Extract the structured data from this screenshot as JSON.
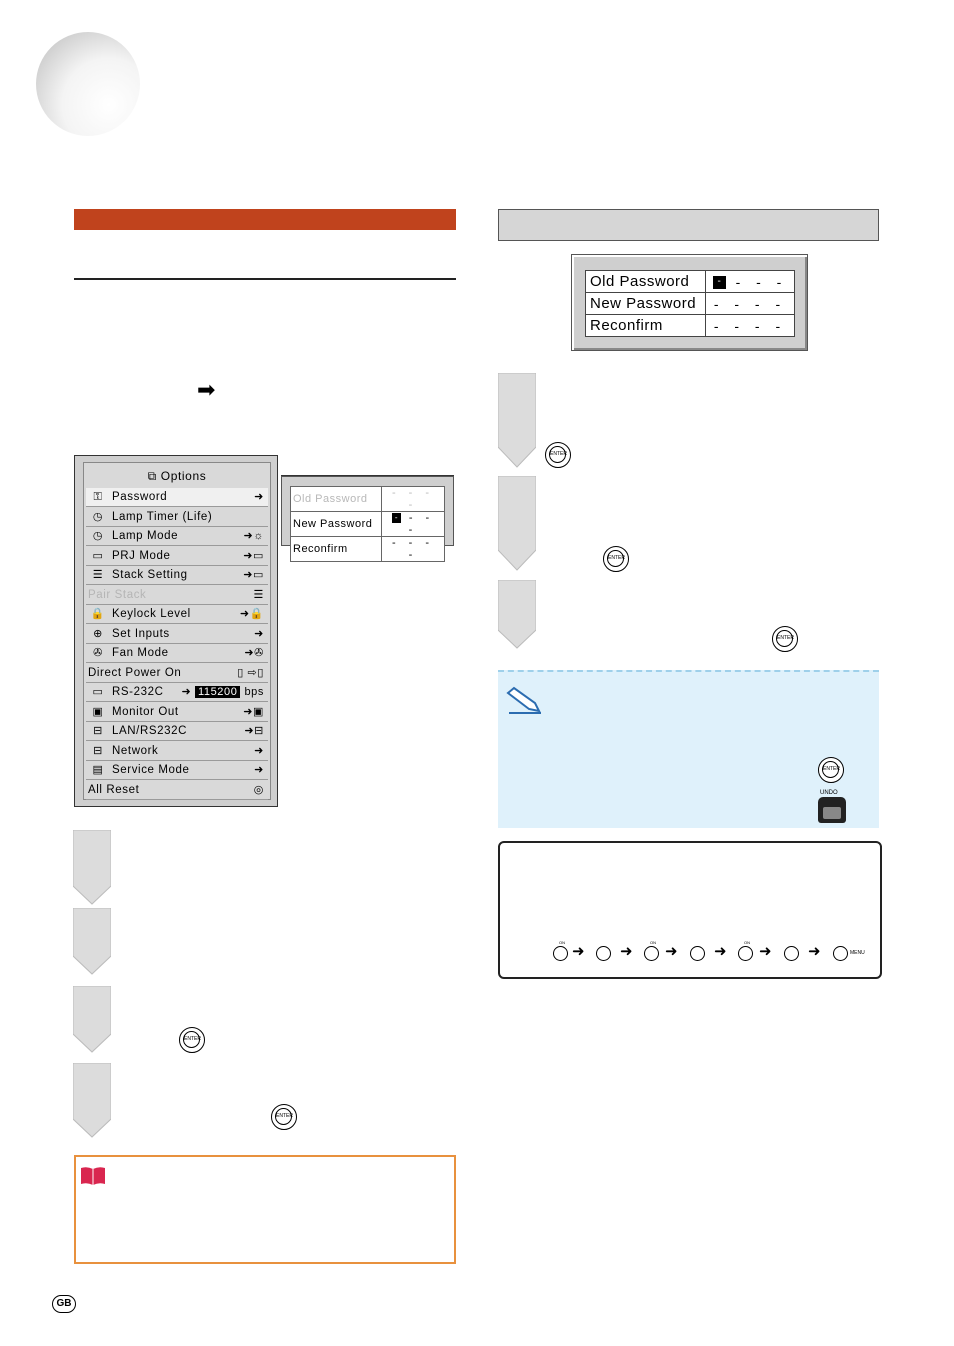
{
  "password_dialog": {
    "rows": [
      {
        "label": "Old Password",
        "value": "- - -",
        "cursor": true
      },
      {
        "label": "New Password",
        "value": "- - - -",
        "cursor": false
      },
      {
        "label": "Reconfirm",
        "value": "- - - -",
        "cursor": false
      }
    ]
  },
  "options_menu": {
    "title": "Options",
    "items": [
      {
        "label": "Password",
        "value": "➜",
        "icon": "key-icon",
        "glyph": "⚿"
      },
      {
        "label": "Lamp Timer (Life)",
        "value": "",
        "icon": "lamp-timer-icon",
        "glyph": "◷"
      },
      {
        "label": "Lamp Mode",
        "value": "➜☼",
        "icon": "lamp-mode-icon",
        "glyph": "◷"
      },
      {
        "label": "PRJ Mode",
        "value": "➜▭",
        "icon": "prj-mode-icon",
        "glyph": "▭"
      },
      {
        "label": "Stack Setting",
        "value": "➜▭",
        "icon": "stack-setting-icon",
        "glyph": "☰"
      },
      {
        "label": "Pair Stack",
        "value": "☰",
        "icon": "",
        "glyph": ""
      },
      {
        "label": "Keylock Level",
        "value": "➜🔒",
        "icon": "keylock-icon",
        "glyph": "🔒"
      },
      {
        "label": "Set Inputs",
        "value": "➜",
        "icon": "set-inputs-icon",
        "glyph": "⊕"
      },
      {
        "label": "Fan Mode",
        "value": "➜✇",
        "icon": "fan-icon",
        "glyph": "✇"
      },
      {
        "label": "Direct Power On",
        "value": "▯ ⇨▯",
        "icon": "",
        "glyph": ""
      },
      {
        "label": "RS-232C",
        "value": "115200",
        "unit": "bps",
        "icon": "rs232c-icon",
        "glyph": "▭"
      },
      {
        "label": "Monitor Out",
        "value": "➜▣",
        "icon": "monitor-out-icon",
        "glyph": "▣"
      },
      {
        "label": "LAN/RS232C",
        "value": "➜⊟",
        "icon": "lan-icon",
        "glyph": "⊟"
      },
      {
        "label": "Network",
        "value": "➜",
        "icon": "network-icon",
        "glyph": "⊟"
      },
      {
        "label": "Service Mode",
        "value": "➜",
        "icon": "service-mode-icon",
        "glyph": "▤"
      },
      {
        "label": "All Reset",
        "value": "◎",
        "icon": "",
        "glyph": ""
      }
    ]
  },
  "sub_dialog": {
    "rows": [
      {
        "label": "Old Password",
        "value": "- - - -"
      },
      {
        "label": "New Password",
        "value": "- - -"
      },
      {
        "label": "Reconfirm",
        "value": "- - - -"
      }
    ]
  },
  "button_labels": {
    "enter": "ENTER",
    "on": "ON",
    "menu": "MENU",
    "undo": "UNDO",
    "region": "GB"
  }
}
